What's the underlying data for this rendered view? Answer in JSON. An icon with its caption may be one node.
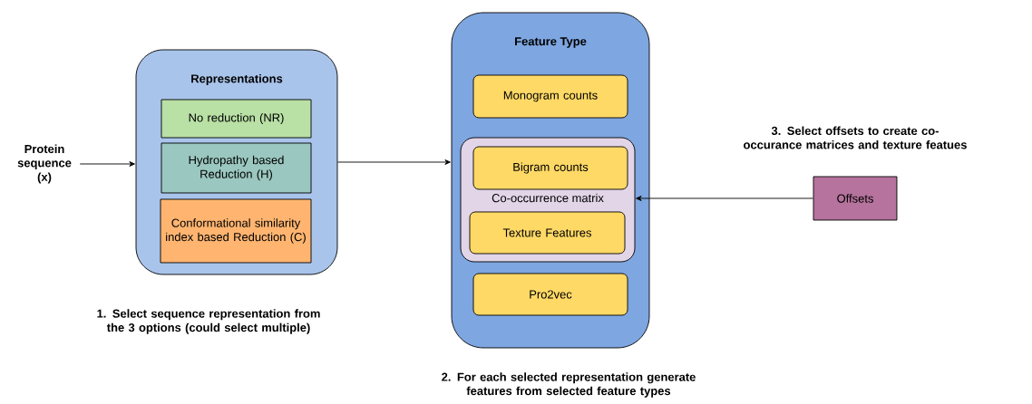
{
  "diagram": {
    "nodes": [
      {
        "text": [
          "Protein sequence (x)"
        ]
      },
      {
        "text": [
          "Representations"
        ]
      },
      {
        "text": [
          "No reduction (NR)"
        ],
        "in": 1
      },
      {
        "text": [
          "Hydropathy based Reduction (H)"
        ],
        "in": 1
      },
      {
        "text": [
          "Conformational similarity index based Reduction (C)"
        ],
        "in": 1
      },
      {
        "text": [
          "Feature Type"
        ]
      },
      {
        "text": [
          "Monogram counts"
        ],
        "in": 5
      },
      {
        "text": [
          "Co-occurrence matrix"
        ],
        "in": 5
      },
      {
        "text": [
          "Bigram counts"
        ],
        "in": 7
      },
      {
        "text": [
          "Texture Features"
        ],
        "in": 7
      },
      {
        "text": [
          "Pro2vec"
        ],
        "in": 5
      },
      {
        "text": [
          "Offsets"
        ]
      }
    ],
    "edges": [
      {
        "from": 0,
        "to": 1,
        "arrow": "to"
      },
      {
        "from": 1,
        "to": 5,
        "arrow": "to"
      },
      {
        "from": 11,
        "to": 7,
        "arrow": "to"
      }
    ],
    "labels": [
      "1. Select sequence representation from the 3 options (could select multiple)",
      "2. For each selected representation generate features from selected feature types",
      "3. Select offsets to create co-occurance matrices and texture featues"
    ]
  }
}
